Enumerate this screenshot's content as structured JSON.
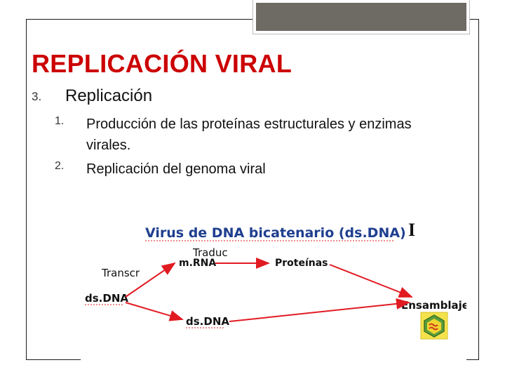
{
  "slide": {
    "title": "REPLICACIÓN VIRAL",
    "section": {
      "number": "3.",
      "label": "Replicación"
    },
    "items": [
      {
        "number": "1.",
        "text": "Producción  de  las proteínas estructurales y enzimas virales."
      },
      {
        "number": "2.",
        "text": "Replicación del genoma viral"
      }
    ]
  },
  "diagram": {
    "title": "Virus de DNA bicatenario (ds.DNA)",
    "nodes": {
      "dsdna_source": "ds.DNA",
      "mrna": "m.RNA",
      "proteins": "Proteínas",
      "dsdna_copy": "ds.DNA",
      "assembly": "Ensamblaje"
    },
    "labels": {
      "transcription": "Transcr",
      "translation": "Traduc"
    },
    "colors": {
      "title": "#1f3f8f",
      "arrow": "#e11b22",
      "node": "#111111"
    },
    "icon": "assembly-virus-icon"
  },
  "cursor": {
    "glyph": "I"
  },
  "theme": {
    "title_color": "#cc0000",
    "tab_color": "#6e6a64"
  }
}
